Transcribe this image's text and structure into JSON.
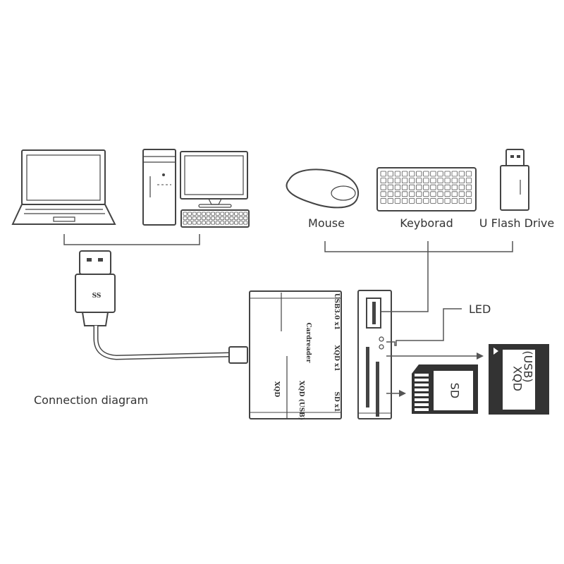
{
  "labels": {
    "mouse": "Mouse",
    "keyboard": "Keyborad",
    "flash_drive": "U Flash Drive",
    "led": "LED",
    "caption": "Connection diagram"
  },
  "reader": {
    "brand": "XQD",
    "product": "Cardreader",
    "slot_xqd_usb": "XQD (USB)",
    "port_usb": "USB3.0 x1",
    "port_xqd": "XQD x1",
    "port_sd": "SD x1"
  },
  "plug": {
    "mark": "SS"
  },
  "sd_card": {
    "label": "SD"
  },
  "xqd_card": {
    "label_main": "XQD",
    "label_sub": "(USB)"
  },
  "colors": {
    "line": "#555555",
    "ink": "#333333",
    "card_dark": "#333333",
    "background": "#ffffff"
  }
}
